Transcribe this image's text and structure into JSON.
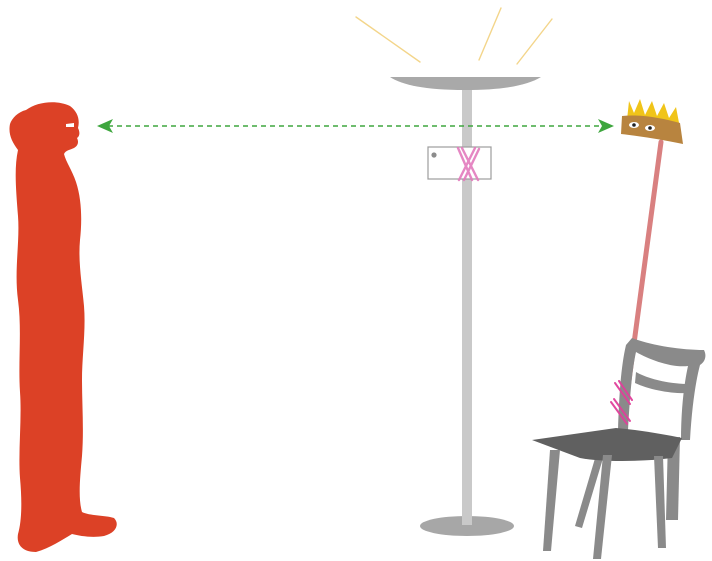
{
  "scene": {
    "background": "#ffffff",
    "elements": [
      {
        "id": "person",
        "kind": "person-silhouette",
        "color": "#dc4126"
      },
      {
        "id": "floor-lamp",
        "kind": "floor-lamp",
        "color": "#c8c8c8",
        "light_color": "#f3d58a"
      },
      {
        "id": "lamp-sign",
        "kind": "sign-tied-to-lamp"
      },
      {
        "id": "crown-puppet",
        "kind": "stick-with-crown-face",
        "stick_color": "#d98080",
        "crown_color": "#f0c419",
        "face_color": "#b8843f"
      },
      {
        "id": "chair",
        "kind": "chair",
        "color": "#8a8a8a",
        "seat_color": "#606060"
      },
      {
        "id": "tie-marks",
        "kind": "pink-x-ties",
        "color": "#e0409a"
      },
      {
        "id": "gaze-arrow",
        "kind": "dashed-double-arrow",
        "color": "#3ea63e"
      }
    ]
  }
}
